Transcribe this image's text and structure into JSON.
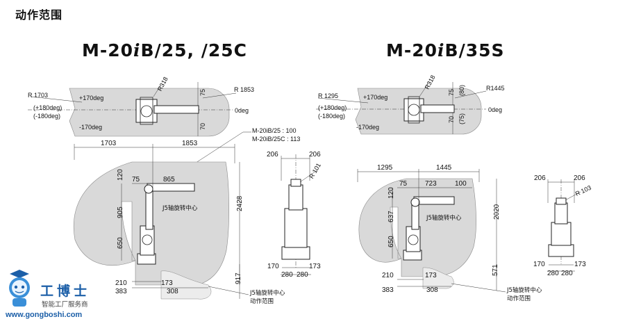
{
  "page": {
    "title": "动作范围"
  },
  "models": {
    "left": {
      "title_pre": "M-20",
      "title_i": "i",
      "title_post": "B/25, /25C"
    },
    "right": {
      "title_pre": "M-20",
      "title_i": "i",
      "title_post": "B/35S"
    }
  },
  "left_top": {
    "r_left": "R 1703",
    "r_right": "R 1853",
    "r_small": "R318",
    "deg_pos": "+170deg",
    "deg_p180": "(+180deg)",
    "deg_m180": "(-180deg)",
    "deg_neg": "-170deg",
    "deg_zero": "0deg",
    "dim_up": "75",
    "dim_down": "70"
  },
  "left_note": {
    "line1": "M-20iB/25   : 100",
    "line2": "M-20iB/25C : 113"
  },
  "left_side": {
    "w_left": "1703",
    "w_right": "1853",
    "d75": "75",
    "d865": "865",
    "d120": "120",
    "d905": "905",
    "d650": "650",
    "h2428": "2428",
    "d917": "917",
    "d210": "210",
    "d383": "383",
    "d173": "173",
    "d308": "308",
    "j5": "J5轴旋转中心",
    "j5_range1": "J5轴旋转中心",
    "j5_range2": "动作范围"
  },
  "left_front": {
    "w206a": "206",
    "w206b": "206",
    "r101": "R 101",
    "d170": "170",
    "d173": "173",
    "d280a": "280",
    "d280b": "280"
  },
  "right_top": {
    "r_left": "R 1295",
    "r_right": "R1445",
    "r_small": "R318",
    "deg_pos": "+170deg",
    "deg_p180": "(+180deg)",
    "deg_m180": "(-180deg)",
    "deg_neg": "-170deg",
    "deg_zero": "0deg",
    "d75": "75",
    "d80": "(80)",
    "d70": "70",
    "d75b": "(75)"
  },
  "right_side": {
    "w_left": "1295",
    "w_right": "1445",
    "d75": "75",
    "d723": "723",
    "d100": "100",
    "d120": "120",
    "d637": "637",
    "d650": "650",
    "h2020": "2020",
    "d571": "571",
    "d210": "210",
    "d383": "383",
    "d173": "173",
    "d308": "308",
    "j5": "J5轴旋转中心",
    "j5_range1": "J5轴旋转中心",
    "j5_range2": "动作范围"
  },
  "right_front": {
    "w206a": "206",
    "w206b": "206",
    "r103": "R 103",
    "d170": "170",
    "d173": "173",
    "d280a": "280",
    "d280b": "280"
  },
  "logo": {
    "name": "工博士",
    "slogan": "智能工厂服务商",
    "url": "www.gongboshi.com"
  },
  "colors": {
    "range_fill": "#d9d9d9",
    "logo_blue": "#1c5fa8"
  }
}
